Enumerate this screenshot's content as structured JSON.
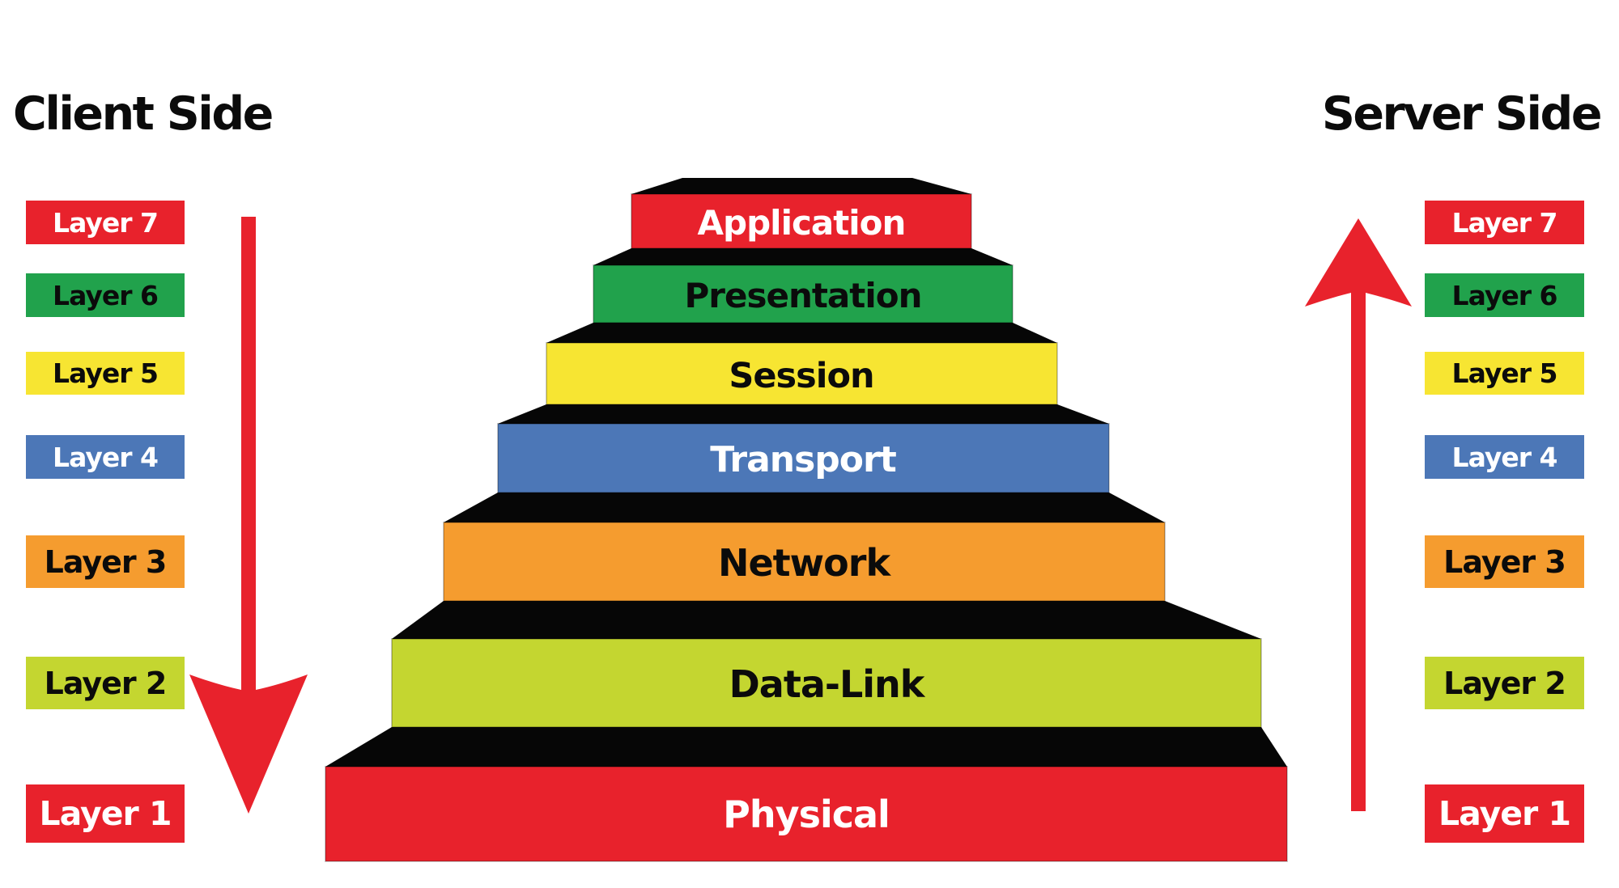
{
  "titles": {
    "client": "Client Side",
    "server": "Server Side"
  },
  "palette": {
    "red": "#E8222C",
    "green": "#21A24C",
    "yellow": "#F7E532",
    "blue": "#4C77B7",
    "orange": "#F59C2F",
    "chartreuse": "#C4D630",
    "black": "#0B0B0B",
    "white": "#FFFFFF",
    "arrow_red": "#E8222C",
    "step_top_black": "#060606"
  },
  "osi_layers": [
    {
      "number": 7,
      "label": "Layer 7",
      "name": "Application",
      "color_key": "red",
      "text_color": "white"
    },
    {
      "number": 6,
      "label": "Layer 6",
      "name": "Presentation",
      "color_key": "green",
      "text_color": "black"
    },
    {
      "number": 5,
      "label": "Layer 5",
      "name": "Session",
      "color_key": "yellow",
      "text_color": "black"
    },
    {
      "number": 4,
      "label": "Layer 4",
      "name": "Transport",
      "color_key": "blue",
      "text_color": "white"
    },
    {
      "number": 3,
      "label": "Layer 3",
      "name": "Network",
      "color_key": "orange",
      "text_color": "black"
    },
    {
      "number": 2,
      "label": "Layer 2",
      "name": "Data-Link",
      "color_key": "chartreuse",
      "text_color": "black"
    },
    {
      "number": 1,
      "label": "Layer 1",
      "name": "Physical",
      "color_key": "red",
      "text_color": "white"
    }
  ],
  "arrows": {
    "client_direction": "down",
    "server_direction": "up"
  }
}
